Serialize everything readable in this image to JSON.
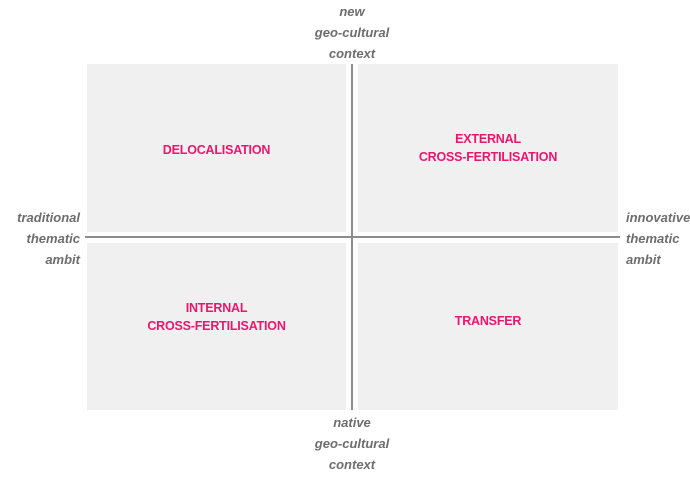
{
  "axes": {
    "top": "new\ngeo-cultural\ncontext",
    "bottom": "native\ngeo-cultural\ncontext",
    "left": "traditional\nthematic\nambit",
    "right": "innovative\nthematic\nambit"
  },
  "quadrants": {
    "top_left": "DELOCALISATION",
    "top_right": "EXTERNAL\nCROSS-FERTILISATION",
    "bottom_left": "INTERNAL\nCROSS-FERTILISATION",
    "bottom_right": "TRANSFER"
  },
  "colors": {
    "quadrant_fill": "#f0f0f0",
    "quadrant_label": "#e8176e",
    "axis_line": "#8c8c8c",
    "axis_label": "#6d6d6d"
  }
}
